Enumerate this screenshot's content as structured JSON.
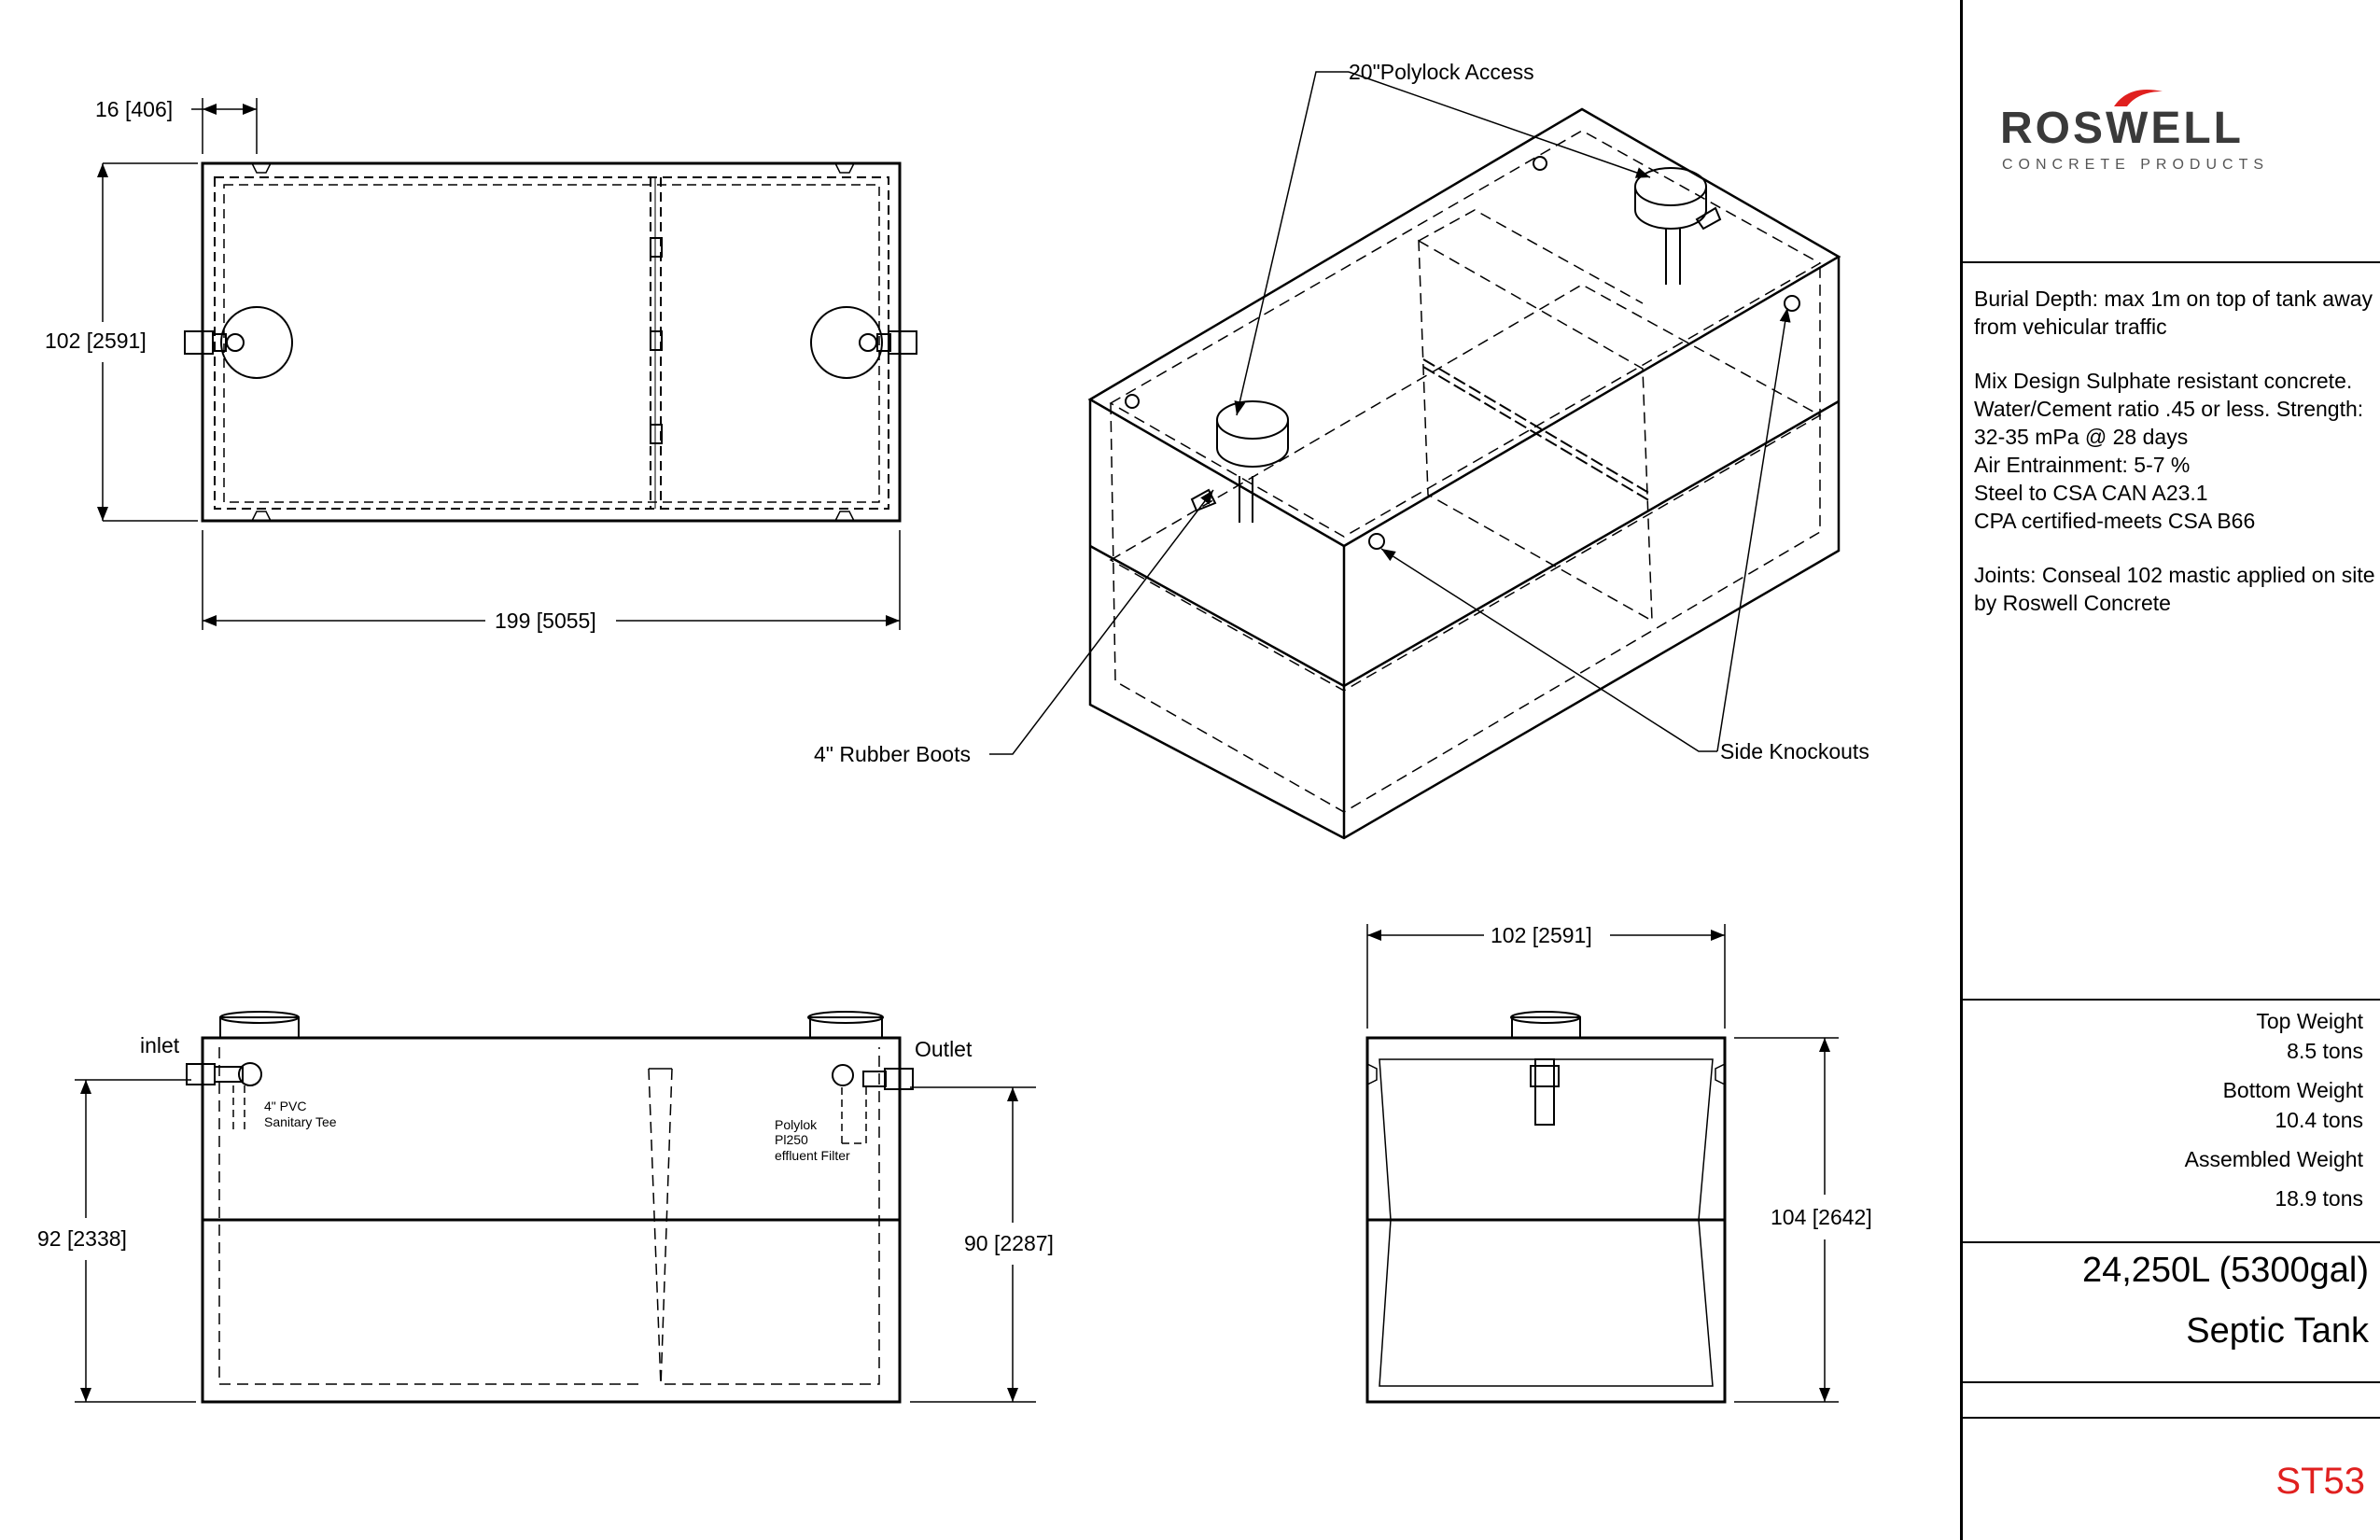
{
  "plan_view": {
    "dim_wall": "16 [406]",
    "dim_width": "102 [2591]",
    "dim_length": "199 [5055]"
  },
  "iso_view": {
    "callout_access": "20\"Polylock Access",
    "callout_boots": "4\" Rubber Boots",
    "callout_knockouts": "Side Knockouts"
  },
  "side_view": {
    "inlet_label": "inlet",
    "outlet_label": "Outlet",
    "tee_label_1": "4\" PVC",
    "tee_label_2": "Sanitary Tee",
    "filter_label_1": "Polylok",
    "filter_label_2": "Pl250",
    "filter_label_3": "effluent Filter",
    "dim_inlet_height": "92 [2338]",
    "dim_outlet_height": "90 [2287]"
  },
  "end_view": {
    "dim_width": "102 [2591]",
    "dim_height": "104 [2642]"
  },
  "title_block": {
    "logo_name": "ROSWELL",
    "logo_tagline": "CONCRETE PRODUCTS",
    "note_burial": "Burial Depth: max 1m on top of tank away from vehicular traffic",
    "note_mix_1": "Mix Design Sulphate resistant concrete. Water/Cement ratio .45 or less. Strength: 32-35 mPa @ 28 days",
    "note_mix_2": "Air Entrainment: 5-7 %",
    "note_mix_3": "Steel to CSA CAN A23.1",
    "note_mix_4": "CPA certified-meets CSA B66",
    "note_joints": "Joints: Conseal 102 mastic applied on site by Roswell Concrete",
    "top_weight_label": "Top Weight",
    "top_weight_value": "8.5 tons",
    "bottom_weight_label": "Bottom Weight",
    "bottom_weight_value": "10.4 tons",
    "assembled_weight_label": "Assembled Weight",
    "assembled_weight_value": "18.9 tons",
    "capacity": "24,250L (5300gal)",
    "tank_type": "Septic Tank",
    "drawing_number": "ST53",
    "colors": {
      "accent_red": "#e0201f",
      "logo_gray": "#3a3a3a"
    }
  }
}
